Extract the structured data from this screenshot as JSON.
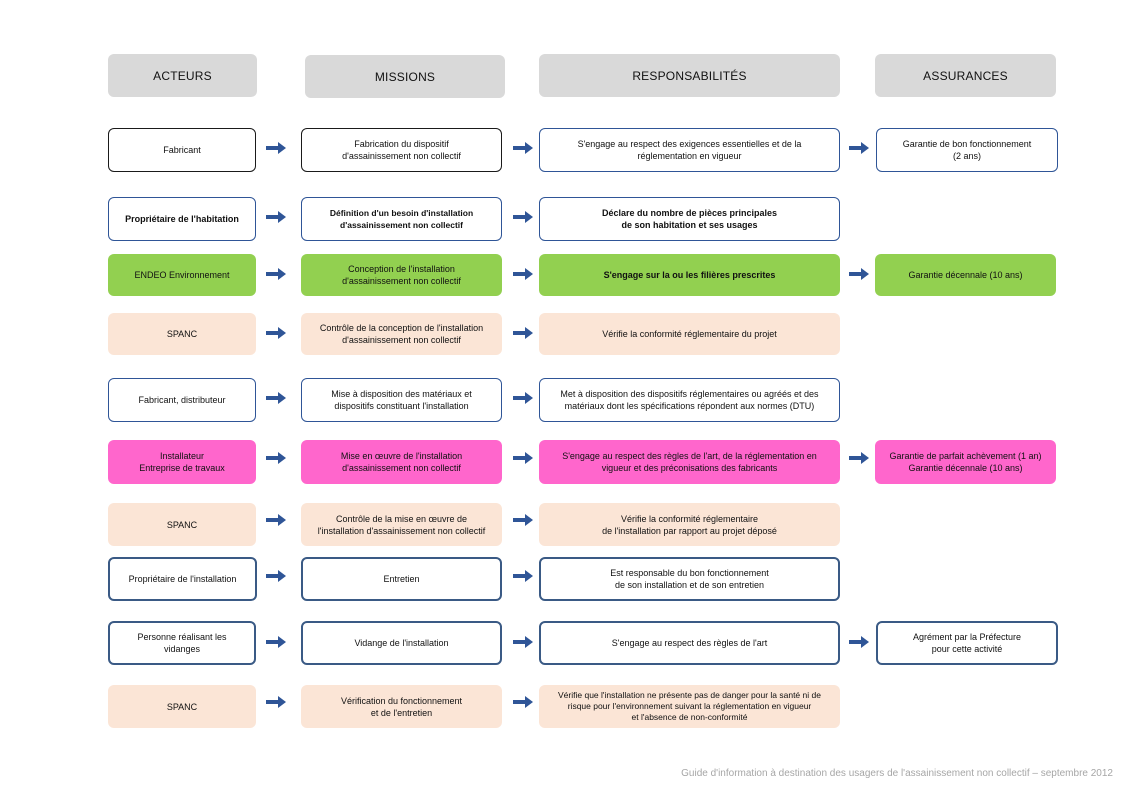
{
  "headers": [
    "ACTEURS",
    "MISSIONS",
    "RESPONSABILITÉS",
    "ASSURANCES"
  ],
  "rows": [
    {
      "acteur": "Fabricant",
      "mission": "Fabrication du dispositif\nd'assainissement non collectif",
      "responsabilite": "S'engage au respect des exigences essentielles et de la\nréglementation en vigueur",
      "assurance": "Garantie de bon fonctionnement\n(2 ans)"
    },
    {
      "acteur": "Propriétaire de l'habitation",
      "mission": "Définition d'un besoin d'installation\nd'assainissement non collectif",
      "responsabilite": "Déclare du nombre de pièces principales\nde son habitation et ses usages",
      "assurance": ""
    },
    {
      "acteur": "ENDEO Environnement",
      "mission": "Conception de l'installation\nd'assainissement non collectif",
      "responsabilite": "S'engage sur la ou les filières prescrites",
      "assurance": "Garantie décennale (10 ans)"
    },
    {
      "acteur": "SPANC",
      "mission": "Contrôle de la conception de l'installation\nd'assainissement non collectif",
      "responsabilite": "Vérifie la conformité réglementaire du projet",
      "assurance": ""
    },
    {
      "acteur": "Fabricant, distributeur",
      "mission": "Mise à disposition des matériaux et\ndispositifs constituant l'installation",
      "responsabilite": "Met à disposition des dispositifs réglementaires ou agréés et des\nmatériaux dont les spécifications répondent aux normes (DTU)",
      "assurance": ""
    },
    {
      "acteur": "Installateur\nEntreprise de travaux",
      "mission": "Mise en œuvre de l'installation\nd'assainissement non collectif",
      "responsabilite": "S'engage au respect des règles de l'art, de la réglementation en\nvigueur et des préconisations des fabricants",
      "assurance": "Garantie de parfait achèvement (1 an)\nGarantie décennale (10 ans)"
    },
    {
      "acteur": "SPANC",
      "mission": "Contrôle de la mise en œuvre de\nl'installation d'assainissement non collectif",
      "responsabilite": "Vérifie la conformité réglementaire\nde l'installation par rapport au projet déposé",
      "assurance": ""
    },
    {
      "acteur": "Propriétaire de l'installation",
      "mission": "Entretien",
      "responsabilite": "Est responsable du bon fonctionnement\nde son installation et de son entretien",
      "assurance": ""
    },
    {
      "acteur": "Personne réalisant les\nvidanges",
      "mission": "Vidange de l'installation",
      "responsabilite": "S'engage au respect des règles de l'art",
      "assurance": "Agrément par la Préfecture\npour cette activité"
    },
    {
      "acteur": "SPANC",
      "mission": "Vérification du fonctionnement\net de l'entretien",
      "responsabilite": "Vérifie que l'installation ne présente pas de danger pour la santé ni de\nrisque pour l'environnement suivant la réglementation en vigueur\net l'absence de non-conformité",
      "assurance": ""
    }
  ],
  "footer": "Guide d'information à destination des usagers de l'assainissement non collectif – septembre 2012",
  "colors": {
    "header_bg": "#d9d9d9",
    "green": "#92d050",
    "peach": "#fbe5d6",
    "pink": "#ff66cc",
    "arrow": "#2f5597",
    "border_blue": "#2f5597"
  }
}
